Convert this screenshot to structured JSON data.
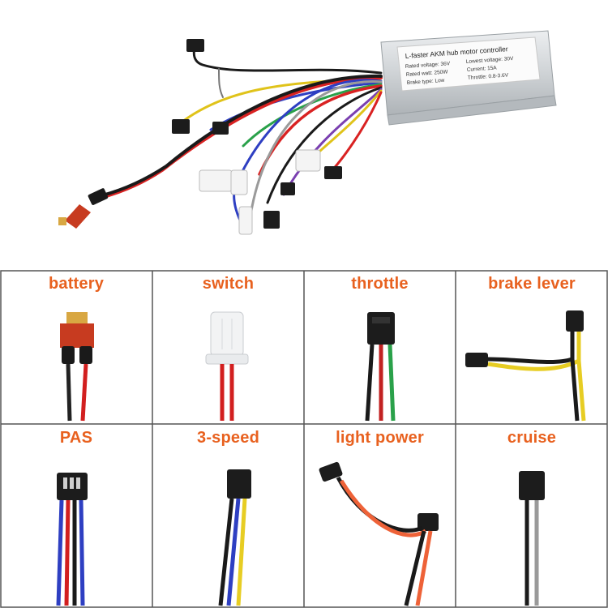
{
  "controller": {
    "title": "L-faster AKM hub motor controller",
    "rated_voltage": "Rated voltage: 36V",
    "rated_watt": "Rated watt: 250W",
    "brake_type": "Brake type: Low",
    "lowest_voltage": "Lowest voltage: 30V",
    "current": "Current: 15A",
    "throttle": "Throttle: 0.8-3.6V"
  },
  "connectors": [
    {
      "label": "battery",
      "icon": "t-plug-connector-icon"
    },
    {
      "label": "switch",
      "icon": "white-switch-connector-icon"
    },
    {
      "label": "throttle",
      "icon": "throttle-connector-icon"
    },
    {
      "label": "brake lever",
      "icon": "brake-lever-connector-icon"
    },
    {
      "label": "PAS",
      "icon": "pas-connector-icon"
    },
    {
      "label": "3-speed",
      "icon": "three-speed-connector-icon"
    },
    {
      "label": "light power",
      "icon": "light-power-connector-icon"
    },
    {
      "label": "cruise",
      "icon": "cruise-connector-icon"
    }
  ],
  "colors": {
    "label_orange": "#e8611f",
    "grid_line": "#555555",
    "controller_body": "#d4d7da"
  }
}
